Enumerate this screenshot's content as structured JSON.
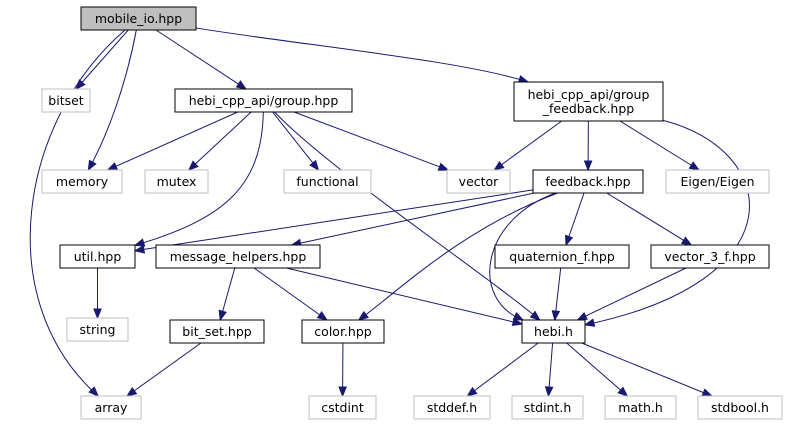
{
  "colors": {
    "edge": "#191970",
    "root_fill": "#bfbfbf",
    "box_fill": "#ffffff",
    "box_border": "#000000",
    "external_border": "#bfbfbf",
    "text": "#000000"
  },
  "nodes": [
    {
      "id": "mobile_io",
      "label": "mobile_io.hpp",
      "kind": "root"
    },
    {
      "id": "bitset",
      "label": "bitset",
      "kind": "external"
    },
    {
      "id": "group",
      "label": "hebi_cpp_api/group.hpp",
      "kind": "local"
    },
    {
      "id": "group_feedback",
      "label": "hebi_cpp_api/group\n_feedback.hpp",
      "kind": "local"
    },
    {
      "id": "memory",
      "label": "memory",
      "kind": "external"
    },
    {
      "id": "mutex",
      "label": "mutex",
      "kind": "external"
    },
    {
      "id": "functional",
      "label": "functional",
      "kind": "external"
    },
    {
      "id": "vector",
      "label": "vector",
      "kind": "external"
    },
    {
      "id": "feedback",
      "label": "feedback.hpp",
      "kind": "local"
    },
    {
      "id": "eigen",
      "label": "Eigen/Eigen",
      "kind": "external"
    },
    {
      "id": "util",
      "label": "util.hpp",
      "kind": "local"
    },
    {
      "id": "message_helpers",
      "label": "message_helpers.hpp",
      "kind": "local"
    },
    {
      "id": "quaternion",
      "label": "quaternion_f.hpp",
      "kind": "local"
    },
    {
      "id": "vector3",
      "label": "vector_3_f.hpp",
      "kind": "local"
    },
    {
      "id": "string",
      "label": "string",
      "kind": "external"
    },
    {
      "id": "bit_set",
      "label": "bit_set.hpp",
      "kind": "local"
    },
    {
      "id": "color",
      "label": "color.hpp",
      "kind": "local"
    },
    {
      "id": "hebi_h",
      "label": "hebi.h",
      "kind": "local"
    },
    {
      "id": "array",
      "label": "array",
      "kind": "external"
    },
    {
      "id": "cstdint",
      "label": "cstdint",
      "kind": "external"
    },
    {
      "id": "stddef",
      "label": "stddef.h",
      "kind": "external"
    },
    {
      "id": "stdint",
      "label": "stdint.h",
      "kind": "external"
    },
    {
      "id": "math",
      "label": "math.h",
      "kind": "external"
    },
    {
      "id": "stdbool",
      "label": "stdbool.h",
      "kind": "external"
    }
  ],
  "edges": [
    {
      "from": "mobile_io",
      "to": "bitset"
    },
    {
      "from": "mobile_io",
      "to": "memory"
    },
    {
      "from": "mobile_io",
      "to": "group"
    },
    {
      "from": "mobile_io",
      "to": "group_feedback"
    },
    {
      "from": "mobile_io",
      "to": "array"
    },
    {
      "from": "group",
      "to": "memory"
    },
    {
      "from": "group",
      "to": "mutex"
    },
    {
      "from": "group",
      "to": "functional"
    },
    {
      "from": "group",
      "to": "vector"
    },
    {
      "from": "group",
      "to": "util"
    },
    {
      "from": "group",
      "to": "hebi_h"
    },
    {
      "from": "group_feedback",
      "to": "vector"
    },
    {
      "from": "group_feedback",
      "to": "feedback"
    },
    {
      "from": "group_feedback",
      "to": "eigen"
    },
    {
      "from": "group_feedback",
      "to": "hebi_h"
    },
    {
      "from": "feedback",
      "to": "util"
    },
    {
      "from": "feedback",
      "to": "message_helpers"
    },
    {
      "from": "feedback",
      "to": "quaternion"
    },
    {
      "from": "feedback",
      "to": "vector3"
    },
    {
      "from": "feedback",
      "to": "color"
    },
    {
      "from": "feedback",
      "to": "hebi_h"
    },
    {
      "from": "util",
      "to": "string"
    },
    {
      "from": "message_helpers",
      "to": "bit_set"
    },
    {
      "from": "message_helpers",
      "to": "color"
    },
    {
      "from": "message_helpers",
      "to": "hebi_h"
    },
    {
      "from": "quaternion",
      "to": "hebi_h"
    },
    {
      "from": "vector3",
      "to": "hebi_h"
    },
    {
      "from": "bit_set",
      "to": "array"
    },
    {
      "from": "color",
      "to": "cstdint"
    },
    {
      "from": "hebi_h",
      "to": "stddef"
    },
    {
      "from": "hebi_h",
      "to": "stdint"
    },
    {
      "from": "hebi_h",
      "to": "math"
    },
    {
      "from": "hebi_h",
      "to": "stdbool"
    }
  ]
}
